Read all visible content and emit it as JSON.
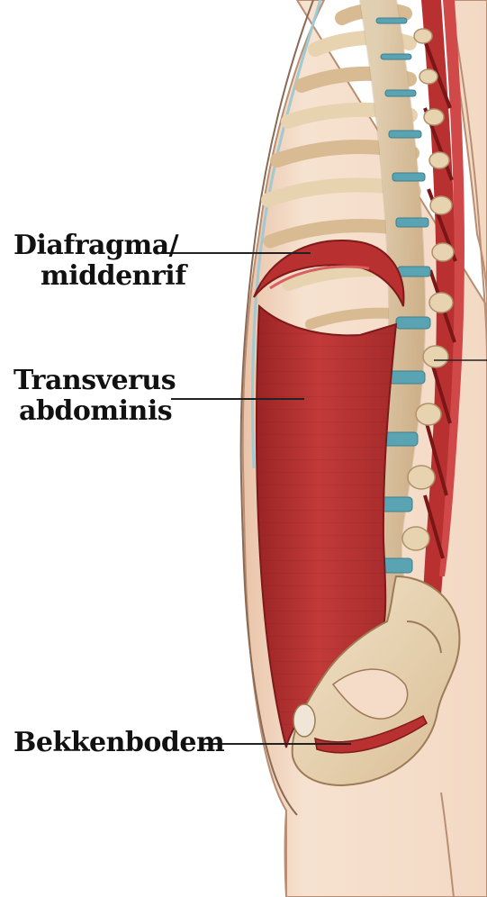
{
  "labels": {
    "diaphragm_line1": "Diafragma/",
    "diaphragm_line2": "middenrif",
    "transversus_line1": "Transverus",
    "transversus_line2": "abdominis",
    "pelvic_floor": "Bekkenbodem"
  },
  "colors": {
    "skin": "#f4dcc8",
    "skin_shadow": "#e8bfa3",
    "bone": "#ead6b5",
    "bone_shadow": "#c9ab84",
    "muscle": "#b63232",
    "muscle_dark": "#8e1f1f",
    "disc": "#5aa3b2",
    "outline": "#7a5a44"
  }
}
